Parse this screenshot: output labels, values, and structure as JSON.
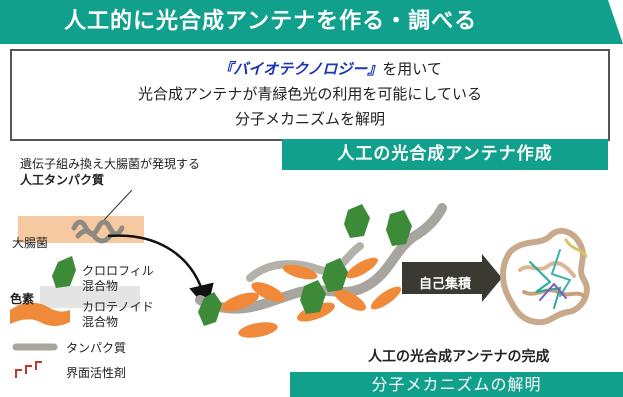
{
  "header": {
    "title": "人工的に光合成アンテナを作る・調べる"
  },
  "summary": {
    "line1_highlight": "『バイオテクノロジー』",
    "line1_rest": "を用いて",
    "line2": "光合成アンテナが青緑色光の利用を可能にしている",
    "line3": "分子メカニズムを解明"
  },
  "diagram": {
    "section_artificial": "人工の光合成アンテナ作成",
    "ecoli_note_line1": "遺伝子組み換え大腸菌が発現する",
    "ecoli_note_line2": "人工タンパク質",
    "ecoli_label": "大腸菌",
    "pigment_label": "色素",
    "chlorophyll_line1": "クロロフィル",
    "chlorophyll_line2": "混合物",
    "carotenoid_line1": "カロテノイド",
    "carotenoid_line2": "混合物",
    "protein_legend": "タンパク質",
    "surfactant_legend": "界面活性剤",
    "self_assembly": "自己集積",
    "completion": "人工の光合成アンテナの完成",
    "section_mechanism": "分子メカニズムの解明"
  },
  "colors": {
    "teal": "#11a08c",
    "chlorophyll_green": "#3d8a38",
    "carotenoid_orange": "#f08a3a",
    "protein_gray": "#a8a59e",
    "ecoli_band": "#f6c9a0",
    "pigment_band": "#e4e4e4",
    "arrow_dark": "#3a3a32",
    "highlight_blue": "#1b35b5"
  }
}
